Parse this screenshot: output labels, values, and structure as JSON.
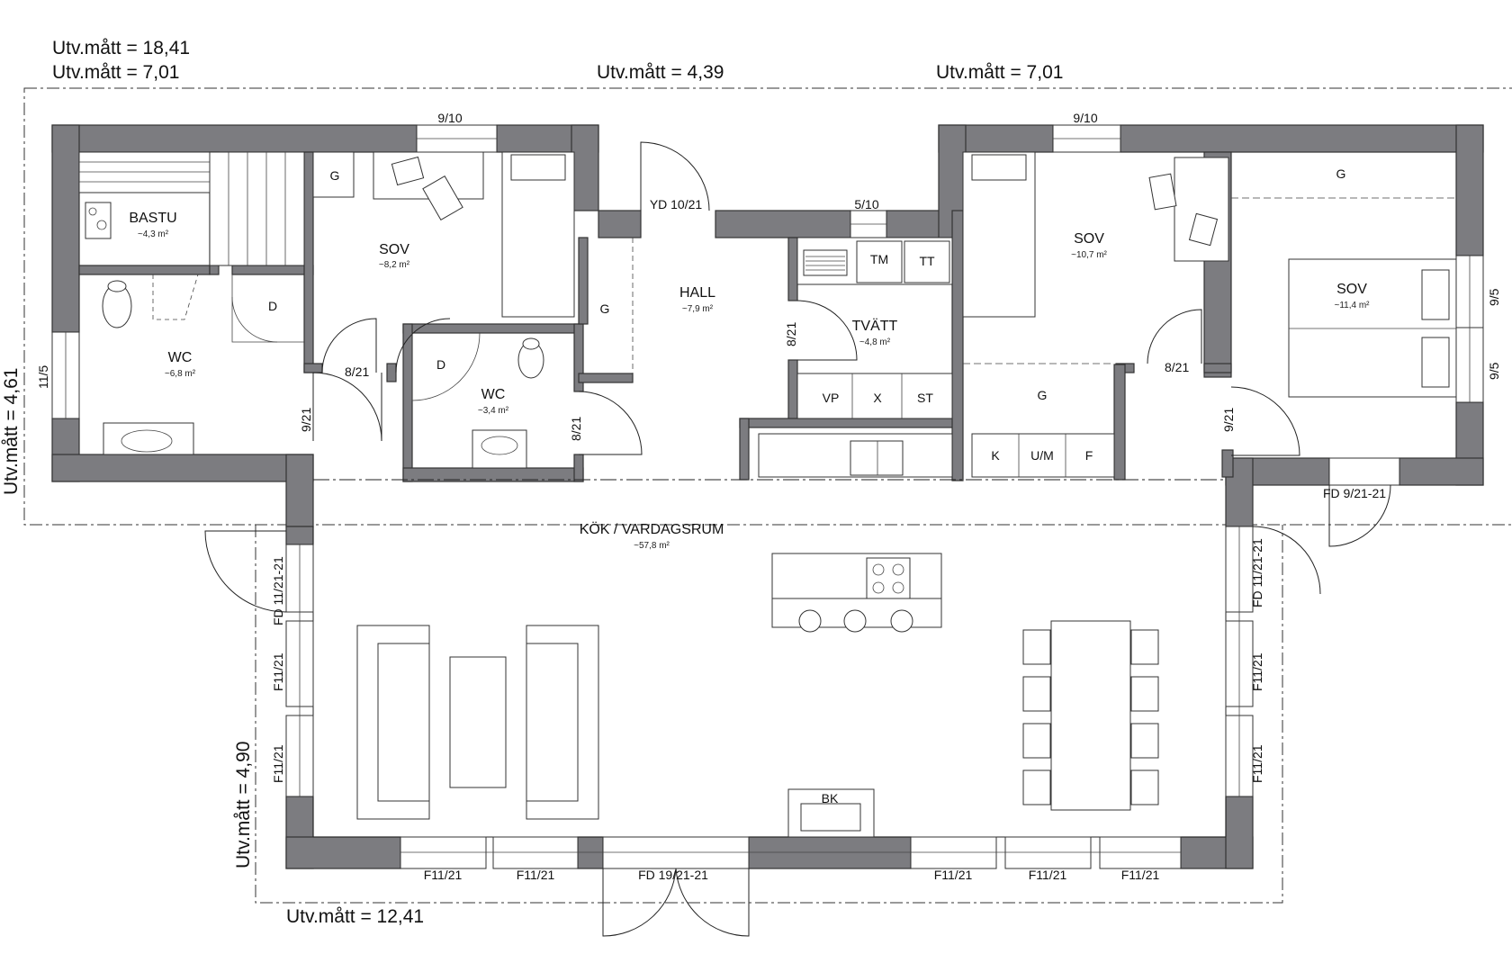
{
  "dimensions": {
    "total_width": "Utv.mått = 18,41",
    "left_wing_width": "Utv.mått = 7,01",
    "middle_width": "Utv.mått = 4,39",
    "right_wing_width": "Utv.mått = 7,01",
    "main_depth": "Utv.mått = 4,61",
    "living_depth": "Utv.mått = 4,90",
    "living_width": "Utv.mått = 12,41"
  },
  "rooms": {
    "bastu": {
      "name": "BASTU",
      "area": "~4,3 m²"
    },
    "wc_large": {
      "name": "WC",
      "area": "~6,8 m²"
    },
    "sov_left": {
      "name": "SOV",
      "area": "~8,2 m²"
    },
    "wc_small": {
      "name": "WC",
      "area": "~3,4 m²"
    },
    "hall": {
      "name": "HALL",
      "area": "~7,9 m²"
    },
    "tvatt": {
      "name": "TVÄTT",
      "area": "~4,8 m²"
    },
    "sov_mid": {
      "name": "SOV",
      "area": "~10,7 m²"
    },
    "sov_right": {
      "name": "SOV",
      "area": "~11,4 m²"
    },
    "living": {
      "name": "KÖK / VARDAGSRUM",
      "area": "~57,8 m²"
    }
  },
  "openings": {
    "win_sov_left": "9/10",
    "door_entry": "YD 10/21",
    "win_tvatt": "5/10",
    "win_sov_mid": "9/10",
    "win_wc_left": "11/5",
    "door_wc_large": "9/21",
    "door_sov_left": "8/21",
    "door_wc_small": "8/21",
    "door_tvatt": "8/21",
    "door_sov_mid": "8/21",
    "door_sov_right": "9/21",
    "win_sov_right_1": "9/5",
    "win_sov_right_2": "9/5",
    "door_fd_right_top": "FD 9/21-21",
    "door_fd_left": "FD 11/21-21",
    "win_left_1": "F11/21",
    "win_left_2": "F11/21",
    "door_fd_right": "FD 11/21-21",
    "win_right_1": "F11/21",
    "win_right_2": "F11/21",
    "win_bottom_1": "F11/21",
    "win_bottom_2": "F11/21",
    "door_fd_bottom": "FD 19/21-21",
    "win_bottom_3": "F11/21",
    "win_bottom_4": "F11/21",
    "win_bottom_5": "F11/21"
  },
  "labels": {
    "wardrobe_sov_left": "G",
    "wardrobe_hall": "G",
    "wardrobe_sov_mid": "G",
    "wardrobe_sov_right": "G",
    "shower_wc_large": "D",
    "shower_wc_small": "D",
    "tm": "TM",
    "tt": "TT",
    "vp": "VP",
    "x": "X",
    "st": "ST",
    "k": "K",
    "um": "U/M",
    "f": "F",
    "bk": "BK"
  }
}
